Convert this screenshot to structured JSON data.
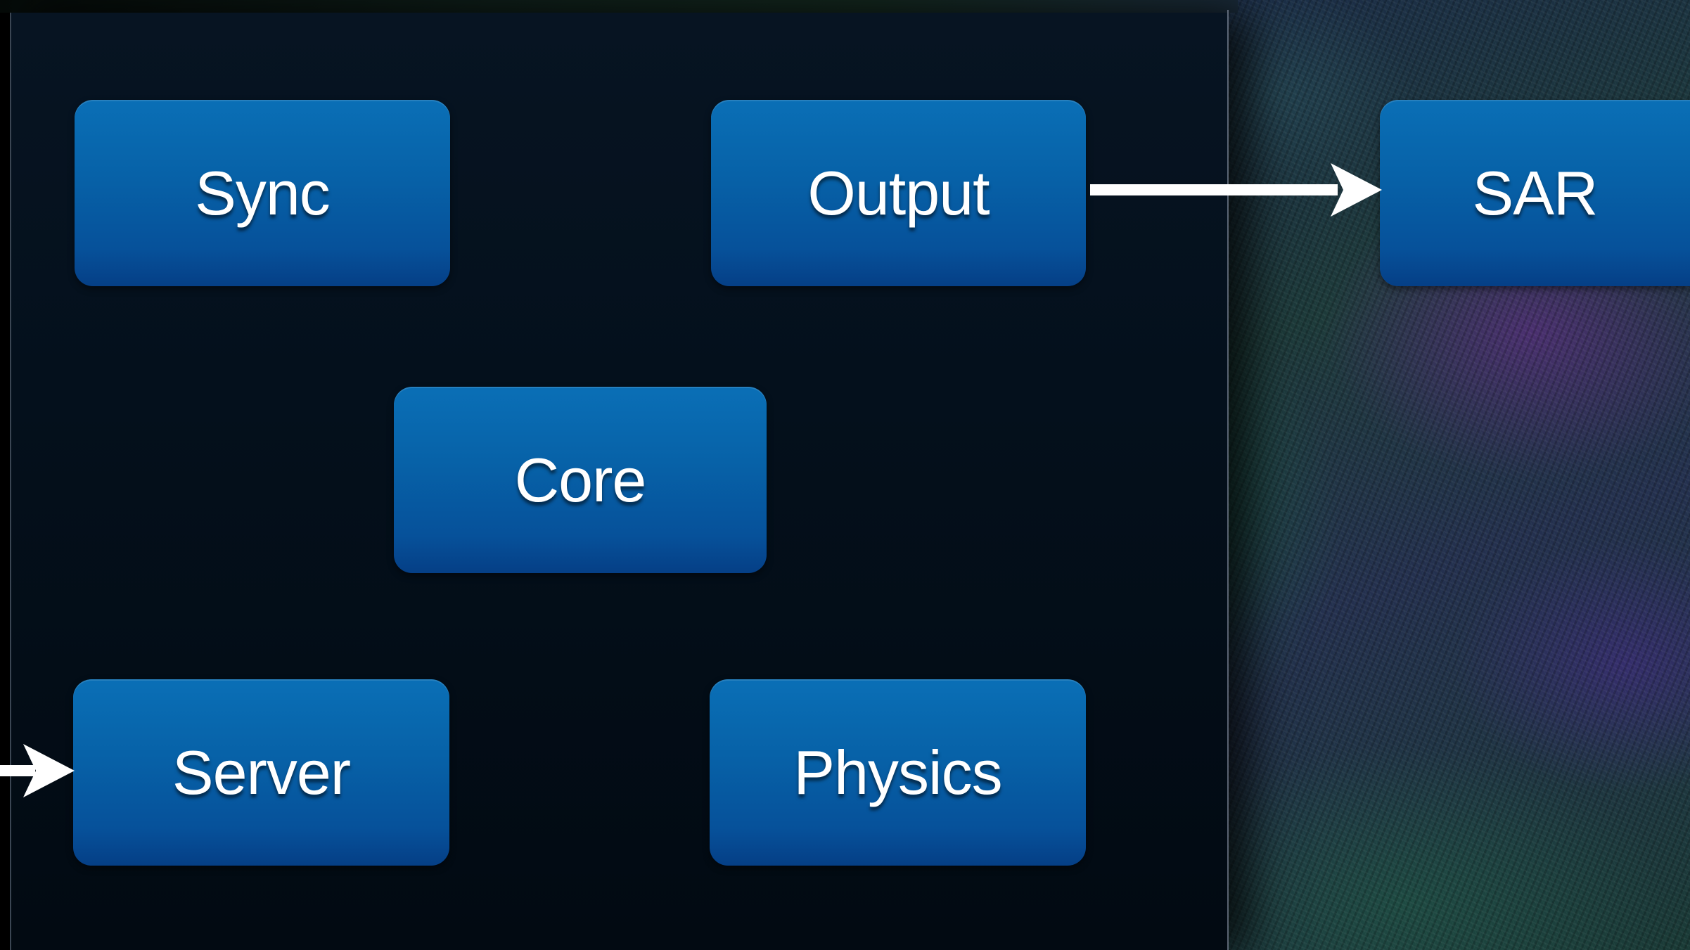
{
  "nodes": {
    "sync": "Sync",
    "output": "Output",
    "sar": "SAR",
    "core": "Core",
    "server": "Server",
    "physics": "Physics"
  },
  "colors": {
    "node_top": "#0a6fb6",
    "node_bottom": "#053f86",
    "arrow": "#ffffff",
    "panel": "#04101c"
  },
  "edges": [
    {
      "from": "output",
      "to": "sar"
    },
    {
      "from": "external",
      "to": "server"
    }
  ]
}
